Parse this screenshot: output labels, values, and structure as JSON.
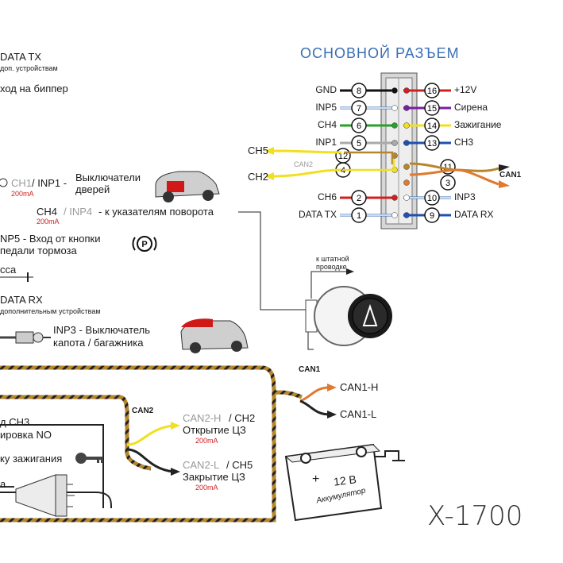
{
  "title": "ОСНОВНОЙ РАЗЪЕМ",
  "model": "X-1700",
  "left": {
    "data_tx_label": "DATA TX",
    "data_tx_sub": "доп. устройствам",
    "beeper": "ход на биппер",
    "ch1_prefix": "CH1",
    "ch1_mid": "/ INP1 -",
    "ch1_desc1": "Выключатели",
    "ch1_desc2": "дверей",
    "ch1_current": "200mA",
    "ch4_prefix": "CH4",
    "ch4_mid": "/ INP4",
    "ch4_desc": "- к указателям поворота",
    "ch4_current": "200mA",
    "inp5_desc1": "NP5 - Вход от кнопки",
    "inp5_desc2": "педали тормоза",
    "ground_text": "сса",
    "data_rx_label": "DATA RX",
    "data_rx_sub": "дополнительным устройствам",
    "inp3_desc1": "INP3 - Выключатель",
    "inp3_desc2": "капота / багажника",
    "ch3_desc1": "д CH3",
    "ch3_desc2": "ировка NO",
    "ignition_desc": "ку зажигания",
    "siren_text": "а"
  },
  "connector": {
    "left_pins": [
      {
        "num": "8",
        "label": "GND",
        "color": "#111111"
      },
      {
        "num": "7",
        "label": "INP5",
        "color": "#ffffff"
      },
      {
        "num": "6",
        "label": "CH4",
        "color": "#2aa02a"
      },
      {
        "num": "5",
        "label": "INP1",
        "color": "#aaaaaa"
      },
      {
        "num": "4",
        "label": "",
        "color": "#f0e020"
      },
      {
        "num": "12",
        "label": "",
        "color": "#b8862a"
      },
      {
        "num": "2",
        "label": "CH6",
        "color": "#d02020"
      },
      {
        "num": "1",
        "label": "DATA TX",
        "color": "#ffffff"
      }
    ],
    "right_pins": [
      {
        "num": "16",
        "label": "+12V",
        "color": "#d02020"
      },
      {
        "num": "15",
        "label": "Сирена",
        "color": "#7a1fa0"
      },
      {
        "num": "14",
        "label": "Зажигание",
        "color": "#f0e020"
      },
      {
        "num": "13",
        "label": "CH3",
        "color": "#2050b0"
      },
      {
        "num": "11",
        "label": "",
        "color": "#b8862a"
      },
      {
        "num": "3",
        "label": "",
        "color": "#e07a30"
      },
      {
        "num": "10",
        "label": "INP3",
        "color": "#ffffff"
      },
      {
        "num": "9",
        "label": "DATA RX",
        "color": "#2050b0"
      }
    ],
    "ch5": "CH5",
    "ch2": "CH2",
    "can2_small": "CAN2",
    "can1": "CAN1"
  },
  "harness": {
    "to_wiring1": "к штатной",
    "to_wiring2": "проводке"
  },
  "can1_block": {
    "title": "CAN1",
    "h": "CAN1-H",
    "l": "CAN1-L"
  },
  "can2_block": {
    "title": "CAN2",
    "h_grey": "CAN2-H",
    "h_black": "/ CH2",
    "h_desc": "Открытие ЦЗ",
    "h_current": "200mA",
    "l_grey": "CAN2-L",
    "l_black": "/ CH5",
    "l_desc": "Закрытие ЦЗ",
    "l_current": "200mA"
  },
  "battery": {
    "voltage": "12 В",
    "label": "Аккумулятор",
    "plus": "+",
    "minus": "−"
  },
  "colors": {
    "accent_blue": "#3a6fb5",
    "twisted_brown": "#b8862a",
    "can_orange": "#e07a30",
    "can_yellow": "#f0e020"
  }
}
